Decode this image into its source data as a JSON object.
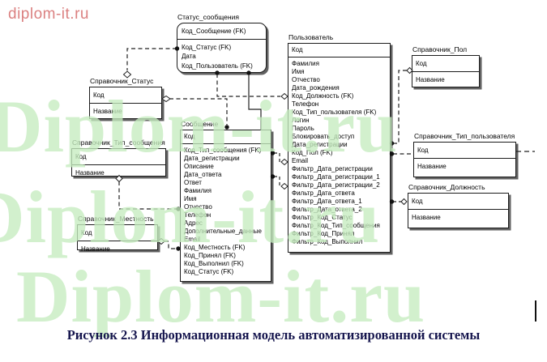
{
  "page": {
    "logo": "diplom-it.ru",
    "caption": "Рисунок 2.3 Информационная модель автоматизированной системы",
    "watermark_text": "Diplom-it.ru",
    "colors": {
      "watermark": "#c5ecbf",
      "logo": "#db8181",
      "caption": "#16164e",
      "line": "#222222"
    }
  },
  "entities": [
    {
      "id": "status-soobshcheniya",
      "title": "Статус_сообщения",
      "keys": [
        "Код_Сообщение (FK)"
      ],
      "fields": [
        "Код_Статус (FK)",
        "Дата",
        "Код_Пользователь (FK)"
      ]
    },
    {
      "id": "spravochnik-status",
      "title": "Справочник_Статус",
      "keys": [
        "Код"
      ],
      "fields": [
        "Название"
      ]
    },
    {
      "id": "spravochnik-tip-soobshcheniya",
      "title": "Справочник_Тип_сообщения",
      "keys": [
        "Код"
      ],
      "fields": [
        "Название"
      ]
    },
    {
      "id": "spravochnik-mestnost",
      "title": "Справочник_Местность",
      "keys": [
        "Код"
      ],
      "fields": [
        "Название"
      ]
    },
    {
      "id": "soobshchenie",
      "title": "Сообщение",
      "keys": [
        "Код"
      ],
      "fields": [
        "Код_Тип_сообщения (FK)",
        "Дата_регистрации",
        "Описание",
        "Дата_ответа",
        "Ответ",
        "Фамилия",
        "Имя",
        "Отчество",
        "Телефон",
        "Адрес",
        "Дополнительные_данные",
        "Email",
        "Код_Местность (FK)",
        "Код_Принял (FK)",
        "Код_Выполнил (FK)",
        "Код_Статус (FK)"
      ]
    },
    {
      "id": "polzovatel",
      "title": "Пользователь",
      "keys": [
        "Код"
      ],
      "fields": [
        "Фамилия",
        "Имя",
        "Отчество",
        "Дата_рождения",
        "Код_Должность (FK)",
        "Телефон",
        "Код_Тип_пользователя (FK)",
        "Логин",
        "Пароль",
        "Блокировать_доступ",
        "Дата_регистрации",
        "Код_Пол (FK)",
        "Email",
        "Фильтр_Дата_регистрации",
        "Фильтр_Дата_регистрации_1",
        "Фильтр_Дата_регистрации_2",
        "Фильтр_Дата_ответа",
        "Фильтр_Дата_ответа_1",
        "Фильтр_Дата_ответа_2",
        "Фильтр_Код_Статус",
        "Фильтр_Код_Тип_сообщения",
        "Фильтр_Код_Принял",
        "Фильтр_Код_Выполнил"
      ]
    },
    {
      "id": "spravochnik-pol",
      "title": "Справочник_Пол",
      "keys": [
        "Код"
      ],
      "fields": [
        "Название"
      ]
    },
    {
      "id": "spravochnik-tip-polzovatelya",
      "title": "Справочник_Тип_пользователя",
      "keys": [
        "Код"
      ],
      "fields": [
        "Название"
      ]
    },
    {
      "id": "spravochnik-dolzhnost",
      "title": "Справочник_Должность",
      "keys": [
        "Код"
      ],
      "fields": [
        "Название"
      ]
    }
  ],
  "relationships": [
    {
      "from": "Справочник_Статус",
      "to": "Статус_сообщения",
      "style": "dashed"
    },
    {
      "from": "Справочник_Статус",
      "to": "Сообщение",
      "style": "dashed"
    },
    {
      "from": "Пользователь",
      "to": "Статус_сообщения",
      "style": "dashed"
    },
    {
      "from": "Сообщение",
      "to": "Статус_сообщения",
      "style": "solid"
    },
    {
      "from": "Справочник_Тип_сообщения",
      "to": "Сообщение",
      "style": "dashed"
    },
    {
      "from": "Справочник_Местность",
      "to": "Сообщение",
      "style": "dashed"
    },
    {
      "from": "Пользователь",
      "to": "Сообщение (Код_Принял)",
      "style": "dashed"
    },
    {
      "from": "Пользователь",
      "to": "Сообщение (Код_Выполнил)",
      "style": "dashed"
    },
    {
      "from": "Справочник_Пол",
      "to": "Пользователь",
      "style": "dashed"
    },
    {
      "from": "Справочник_Тип_пользователя",
      "to": "Пользователь",
      "style": "dashed"
    },
    {
      "from": "Справочник_Должность",
      "to": "Пользователь",
      "style": "dashed"
    }
  ]
}
